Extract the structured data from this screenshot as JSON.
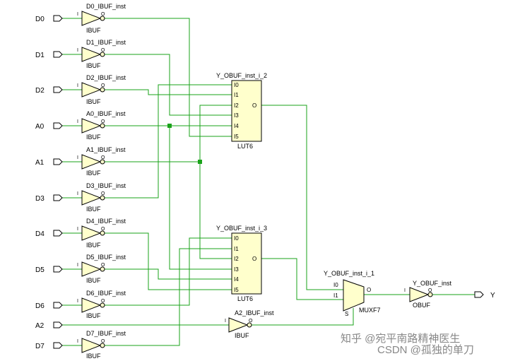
{
  "input_ports": [
    "D0",
    "D1",
    "D2",
    "A0",
    "A1",
    "D3",
    "D4",
    "D5",
    "D6",
    "A2",
    "D7"
  ],
  "ibufs": [
    {
      "inst": "D0_IBUF_inst",
      "type": "IBUF",
      "pin_in": "I",
      "pin_out": "O"
    },
    {
      "inst": "D1_IBUF_inst",
      "type": "IBUF",
      "pin_in": "I",
      "pin_out": "O"
    },
    {
      "inst": "D2_IBUF_inst",
      "type": "IBUF",
      "pin_in": "I",
      "pin_out": "O"
    },
    {
      "inst": "A0_IBUF_inst",
      "type": "IBUF",
      "pin_in": "I",
      "pin_out": "O"
    },
    {
      "inst": "A1_IBUF_inst",
      "type": "IBUF",
      "pin_in": "I",
      "pin_out": "O"
    },
    {
      "inst": "D3_IBUF_inst",
      "type": "IBUF",
      "pin_in": "I",
      "pin_out": "O"
    },
    {
      "inst": "D4_IBUF_inst",
      "type": "IBUF",
      "pin_in": "I",
      "pin_out": "O"
    },
    {
      "inst": "D5_IBUF_inst",
      "type": "IBUF",
      "pin_in": "I",
      "pin_out": "O"
    },
    {
      "inst": "D6_IBUF_inst",
      "type": "IBUF",
      "pin_in": "I",
      "pin_out": "O"
    },
    {
      "inst": "D7_IBUF_inst",
      "type": "IBUF",
      "pin_in": "I",
      "pin_out": "O"
    }
  ],
  "a2_ibuf": {
    "inst": "A2_IBUF_inst",
    "type": "IBUF",
    "pin_in": "I",
    "pin_out": "O"
  },
  "luts": [
    {
      "inst": "Y_OBUF_inst_i_2",
      "type": "LUT6",
      "inputs": [
        "I0",
        "I1",
        "I2",
        "I3",
        "I4",
        "I5"
      ],
      "output": "O"
    },
    {
      "inst": "Y_OBUF_inst_i_3",
      "type": "LUT6",
      "inputs": [
        "I0",
        "I1",
        "I2",
        "I3",
        "I4",
        "I5"
      ],
      "output": "O"
    }
  ],
  "mux": {
    "inst": "Y_OBUF_inst_i_1",
    "type": "MUXF7",
    "pin_i0": "I0",
    "pin_i1": "I1",
    "pin_o": "O",
    "pin_s": "S"
  },
  "obuf": {
    "inst": "Y_OBUF_inst",
    "type": "OBUF",
    "pin_in": "I",
    "pin_out": "O"
  },
  "output_port": "Y",
  "watermark": {
    "line1": "知乎 @宛平南路精神医生",
    "line2": "CSDN @孤独的单刀"
  },
  "colors": {
    "wire": "#1aa31a",
    "cell_fill": "#ffffcc"
  }
}
